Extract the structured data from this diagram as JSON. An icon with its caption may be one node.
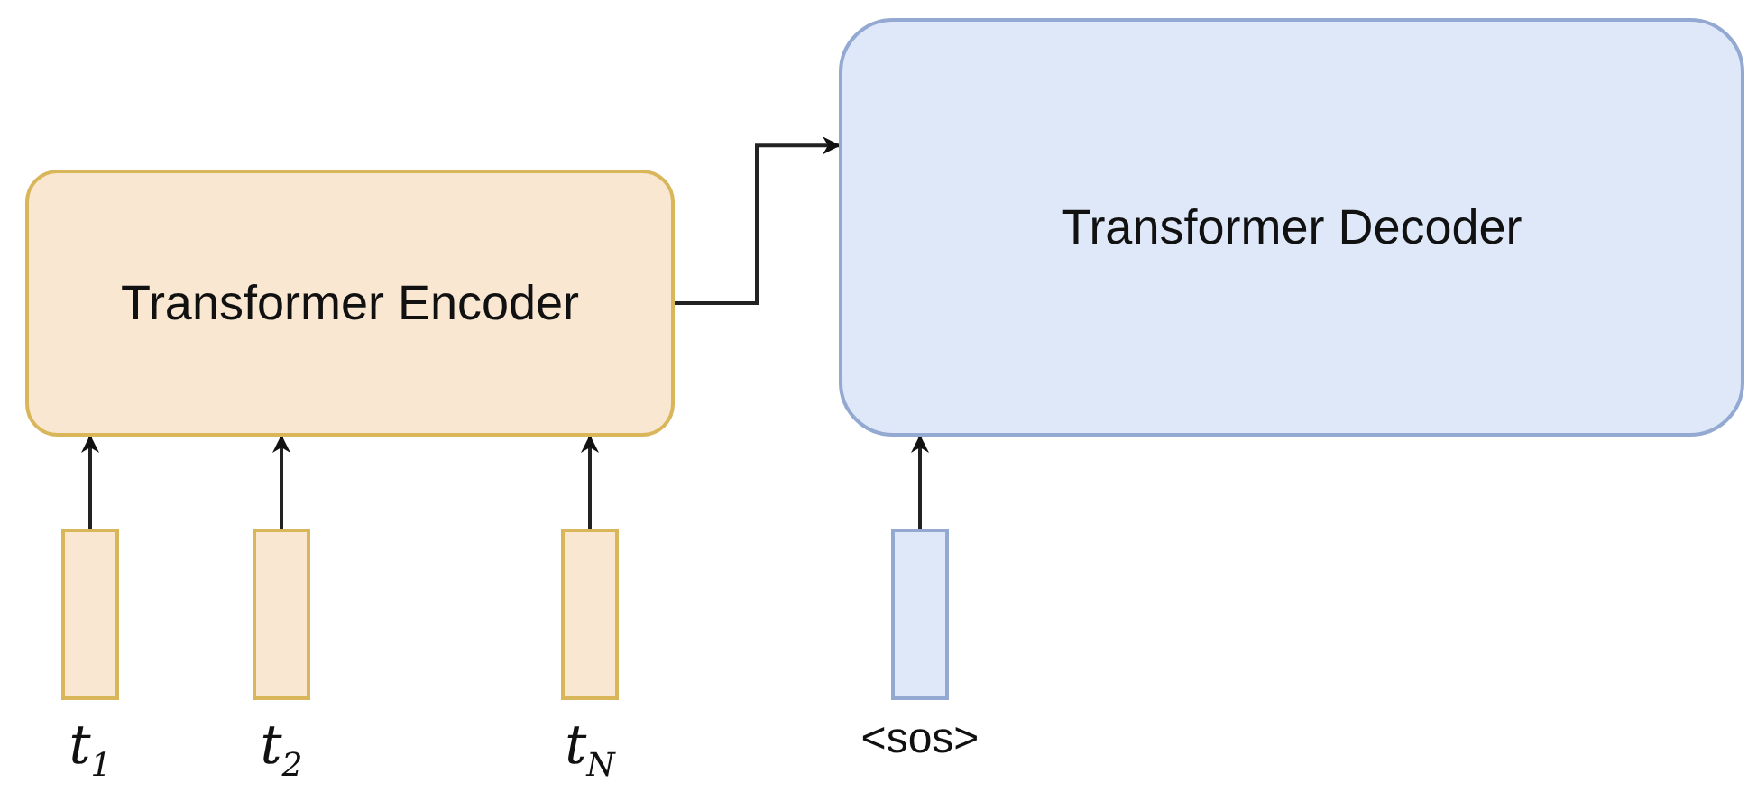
{
  "diagram": {
    "nodes": [
      {
        "text": [
          "Transformer Encoder"
        ]
      },
      {
        "text": [
          "Transformer Decoder"
        ]
      },
      {
        "text": [],
        "shape": "bar",
        "beside": [
          "*t*$_{1}$"
        ]
      },
      {
        "text": [],
        "shape": "bar",
        "beside": [
          "*t*$_{2}$"
        ]
      },
      {
        "text": [],
        "shape": "bar",
        "beside": [
          "*t*$_{N}$"
        ]
      },
      {
        "text": [],
        "shape": "bar",
        "beside": [
          "<sos>"
        ]
      }
    ],
    "edges": [
      {
        "from": 2,
        "to": 0,
        "arrow": "to"
      },
      {
        "from": 3,
        "to": 0,
        "arrow": "to"
      },
      {
        "from": 4,
        "to": 0,
        "arrow": "to"
      },
      {
        "from": 0,
        "to": 1,
        "arrow": "to"
      },
      {
        "from": 5,
        "to": 1,
        "arrow": "to"
      }
    ]
  }
}
